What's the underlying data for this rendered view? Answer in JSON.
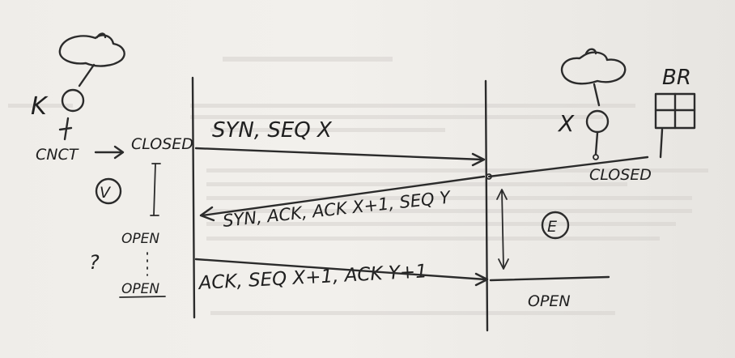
{
  "left_host": {
    "label": "K",
    "state_before": "CLOSED",
    "action": "CNCT",
    "state_after": "OPEN",
    "final_state": "OPEN",
    "role_mark": "V",
    "note_symbol": "?"
  },
  "right_host": {
    "label": "X",
    "state_before": "CLOSED",
    "final_state": "OPEN",
    "browser_label": "BR",
    "role_mark": "E"
  },
  "messages": [
    {
      "label": "SYN, SEQ X",
      "direction": "left-to-right"
    },
    {
      "label": "SYN, ACK, ACK X+1, SEQ Y",
      "direction": "right-to-left"
    },
    {
      "label": "ACK, SEQ X+1, ACK Y+1",
      "direction": "left-to-right"
    }
  ],
  "ink_color": "#2b2b2b"
}
